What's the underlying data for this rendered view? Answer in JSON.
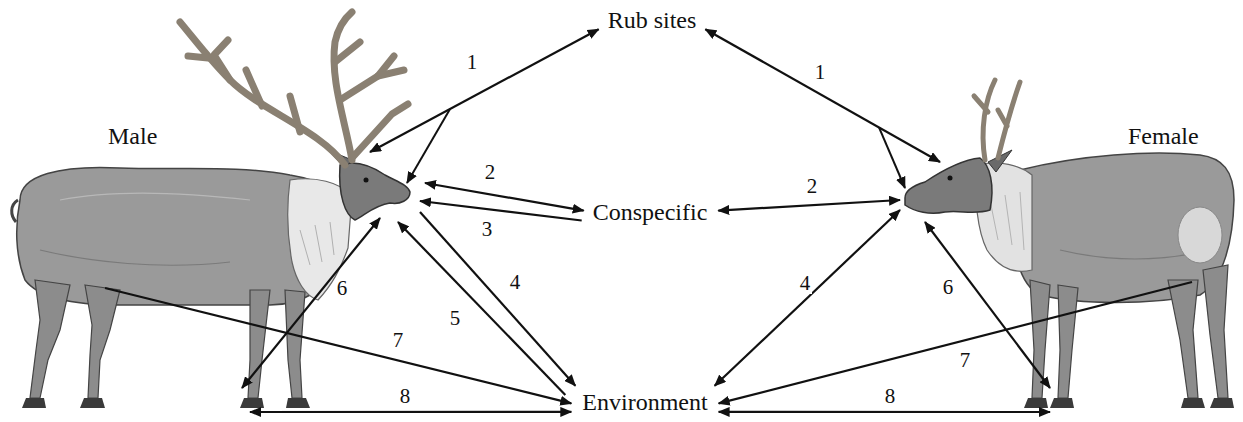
{
  "diagram": {
    "nodes": [
      {
        "text": [
          "Rub sites"
        ]
      },
      {
        "text": [
          "Male"
        ]
      },
      {
        "text": [
          "Conspecific"
        ]
      },
      {
        "text": [
          "Female"
        ]
      },
      {
        "text": [
          "Environment"
        ]
      }
    ],
    "edges": [
      {
        "from": 1,
        "to": 0,
        "label": "1",
        "arrow": "both"
      },
      {
        "from": 1,
        "to": 2,
        "label": "2",
        "arrow": "both"
      },
      {
        "from": 2,
        "to": 1,
        "label": "3",
        "arrow": "to"
      },
      {
        "from": 1,
        "to": 4,
        "label": "4",
        "arrow": "to"
      },
      {
        "from": 4,
        "to": 1,
        "label": "5",
        "arrow": "to"
      },
      {
        "from": 1,
        "to": 4,
        "label": "7",
        "arrow": "to"
      },
      {
        "from": 1,
        "to": 4,
        "label": "8",
        "arrow": "both"
      },
      {
        "from": 3,
        "to": 0,
        "label": "1",
        "arrow": "both"
      },
      {
        "from": 2,
        "to": 3,
        "label": "2",
        "arrow": "both"
      },
      {
        "from": 3,
        "to": 4,
        "label": "4",
        "arrow": "both"
      },
      {
        "from": 3,
        "to": 4,
        "label": "7",
        "arrow": "to"
      },
      {
        "from": 4,
        "to": 3,
        "label": "8",
        "arrow": "both"
      }
    ],
    "labels": [
      "6",
      "6"
    ]
  }
}
